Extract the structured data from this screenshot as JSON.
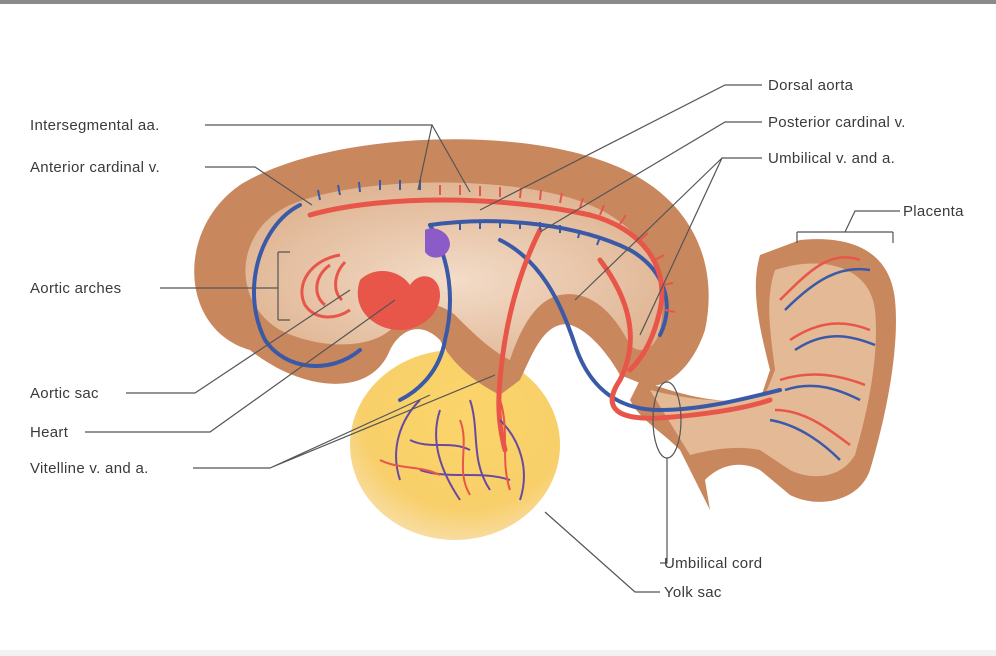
{
  "labels": {
    "intersegmental": "Intersegmental aa.",
    "anterior_cardinal": "Anterior cardinal v.",
    "aortic_arches": "Aortic arches",
    "aortic_sac": "Aortic sac",
    "heart": "Heart",
    "vitelline": "Vitelline v. and a.",
    "dorsal_aorta": "Dorsal aorta",
    "posterior_cardinal": "Posterior cardinal v.",
    "umbilical_va": "Umbilical v. and a.",
    "placenta": "Placenta",
    "umbilical_cord": "Umbilical cord",
    "yolk_sac": "Yolk sac"
  },
  "colors": {
    "body": "#c8865c",
    "body_inner": "#e8c7ad",
    "yolk": "#f8c85a",
    "artery": "#e8564a",
    "vein": "#3a5aa8",
    "leader": "#555555"
  }
}
